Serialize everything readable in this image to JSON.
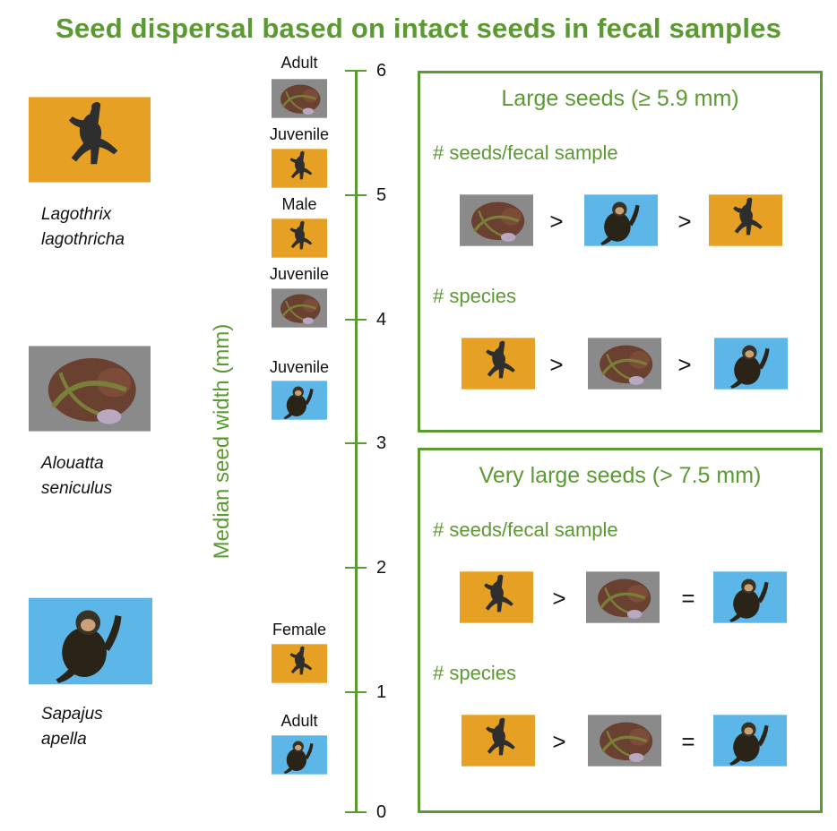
{
  "title": "Seed dispersal based on intact seeds in fecal samples",
  "species": [
    {
      "name_line1": "Lagothrix",
      "name_line2": "lagothricha",
      "photo_icon": "woolly-monkey-icon",
      "bg": "#e6a124"
    },
    {
      "name_line1": "Alouatta",
      "name_line2": "seniculus",
      "photo_icon": "howler-monkey-icon",
      "bg": "#8a8a8a"
    },
    {
      "name_line1": "Sapajus",
      "name_line2": "apella",
      "photo_icon": "capuchin-monkey-icon",
      "bg": "#5cb7e8"
    }
  ],
  "axis": {
    "label": "Median seed width (mm)",
    "ticks": [
      "6",
      "5",
      "4",
      "3",
      "2",
      "1",
      "0"
    ]
  },
  "axis_points": [
    {
      "label": "Adult",
      "species": "Alouatta seniculus",
      "value": 5.6
    },
    {
      "label": "Juvenile",
      "species": "Lagothrix lagothricha",
      "value": 5.0
    },
    {
      "label": "Male",
      "species": "Lagothrix lagothricha",
      "value": 4.4
    },
    {
      "label": "Juvenile",
      "species": "Alouatta seniculus",
      "value": 4.1
    },
    {
      "label": "Juvenile",
      "species": "Sapajus apella",
      "value": 3.3
    },
    {
      "label": "Female",
      "species": "Lagothrix lagothricha",
      "value": 1.2
    },
    {
      "label": "Adult",
      "species": "Sapajus apella",
      "value": 0.5
    }
  ],
  "boxes": [
    {
      "title": "Large seeds (≥ 5.9 mm)",
      "rows": [
        {
          "heading": "# seeds/fecal sample",
          "order": [
            "Alouatta seniculus",
            "Sapajus apella",
            "Lagothrix lagothricha"
          ],
          "ops": [
            ">",
            ">"
          ]
        },
        {
          "heading": "# species",
          "order": [
            "Lagothrix lagothricha",
            "Alouatta seniculus",
            "Sapajus apella"
          ],
          "ops": [
            ">",
            ">"
          ]
        }
      ]
    },
    {
      "title": "Very large seeds (> 7.5 mm)",
      "rows": [
        {
          "heading": "# seeds/fecal sample",
          "order": [
            "Lagothrix lagothricha",
            "Alouatta seniculus",
            "Sapajus apella"
          ],
          "ops": [
            ">",
            "="
          ]
        },
        {
          "heading": "# species",
          "order": [
            "Lagothrix lagothricha",
            "Alouatta seniculus",
            "Sapajus apella"
          ],
          "ops": [
            ">",
            "="
          ]
        }
      ]
    }
  ],
  "colors": {
    "accent": "#5a9a30",
    "woolly_bg": "#e6a124",
    "howler_bg": "#8a8a8a",
    "capuchin_bg": "#5cb7e8"
  }
}
